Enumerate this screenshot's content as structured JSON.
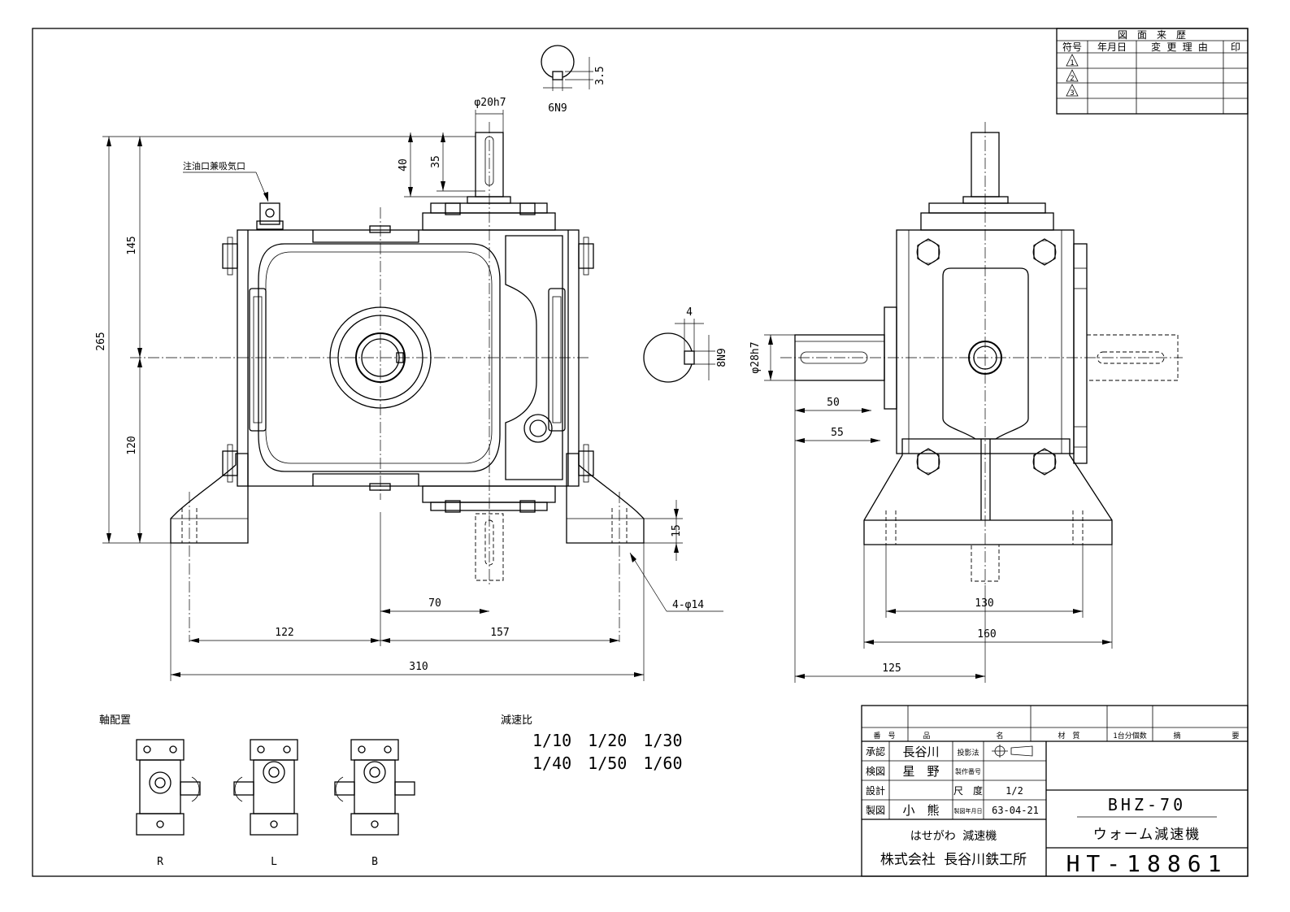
{
  "revision_table": {
    "title": "図　面　来　歴",
    "headers": [
      "符号",
      "年月日",
      "変 更 理 由",
      "印"
    ],
    "symbols": [
      "1",
      "2",
      "3"
    ]
  },
  "front_view": {
    "dims": {
      "shaft_dia": "φ20h7",
      "key_width": "6N9",
      "key_depth": "3.5",
      "total_height": "265",
      "upper_height": "145",
      "lower_height": "120",
      "shaft_len_40": "40",
      "shaft_len_35": "35",
      "base_thk": "15",
      "offset_70": "70",
      "left_122": "122",
      "right_157": "157",
      "total_310": "310",
      "holes": "4-φ14"
    },
    "oil_port_label": "注油口兼吸気口"
  },
  "section_key": {
    "width": "4",
    "depth": "8N9"
  },
  "side_view": {
    "dims": {
      "shaft_dia": "φ28h7",
      "len_50": "50",
      "len_55": "55",
      "bolt_130": "130",
      "base_160": "160",
      "offset_125": "125"
    }
  },
  "shaft_arrangement": {
    "title": "軸配置",
    "variants": [
      "R",
      "L",
      "B"
    ]
  },
  "ratios": {
    "title": "減速比",
    "row1": "1/10　1/20　1/30",
    "row2": "1/40　1/50　1/60"
  },
  "title_block": {
    "headers": [
      "番　号",
      "品",
      "名",
      "材　質",
      "1台分個数",
      "摘",
      "要"
    ],
    "approve_label": "承認",
    "approve_name": "長谷川",
    "check_label": "検図",
    "check_name": "星　野",
    "design_label": "設計",
    "draw_label": "製図",
    "draw_name": "小　熊",
    "proj_label": "投影法",
    "drawno_label": "製作番号",
    "scale_label": "尺　度",
    "scale_value": "1/2",
    "date_label": "製図年月日",
    "date_value": "63-04-21",
    "model": "BHZ-70",
    "product": "ウォーム減速機",
    "brand": "はせがわ 減速機",
    "company": "株式会社 長谷川鉄工所",
    "drawing_number": "HT-18861"
  }
}
